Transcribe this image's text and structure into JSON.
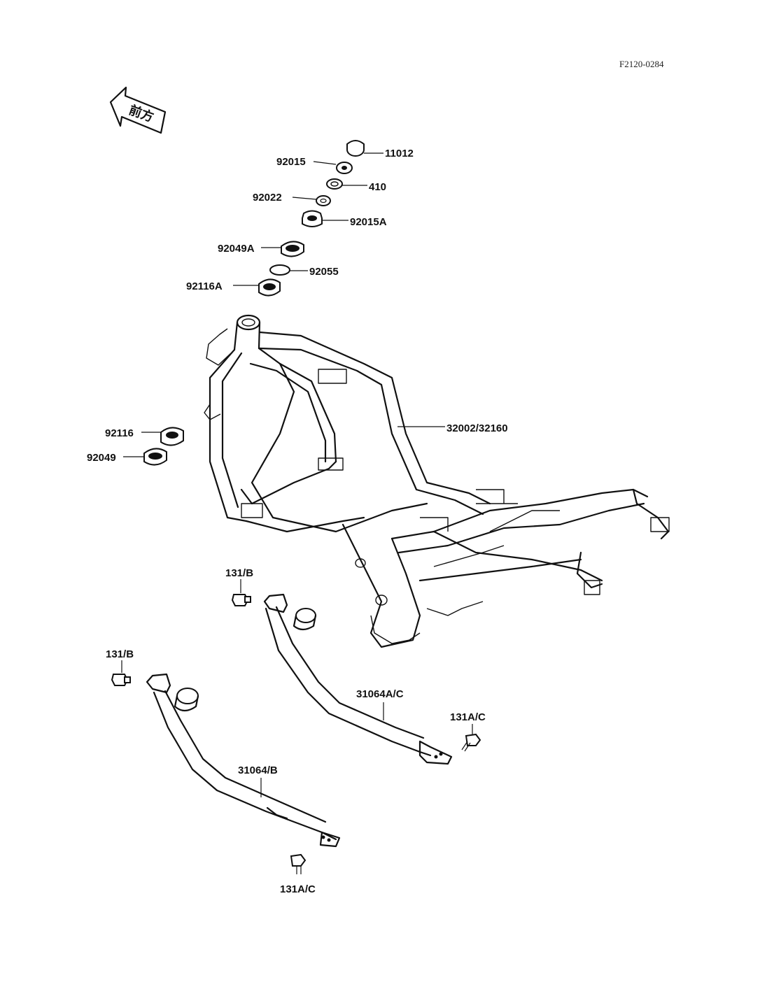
{
  "drawing_code": "F2120-0284",
  "front_arrow": {
    "text": "前方",
    "icon": "front-direction-arrow"
  },
  "labels": {
    "p11012": "11012",
    "p92015": "92015",
    "p410": "410",
    "p92022": "92022",
    "p92015A": "92015A",
    "p92049A": "92049A",
    "p92055": "92055",
    "p92116A": "92116A",
    "p32002": "32002/32160",
    "p92116": "92116",
    "p92049": "92049",
    "p131B_1": "131/B",
    "p131B_2": "131/B",
    "p31064AC": "31064A/C",
    "p131AC_1": "131A/C",
    "p31064B": "31064/B",
    "p131AC_2": "131A/C"
  }
}
